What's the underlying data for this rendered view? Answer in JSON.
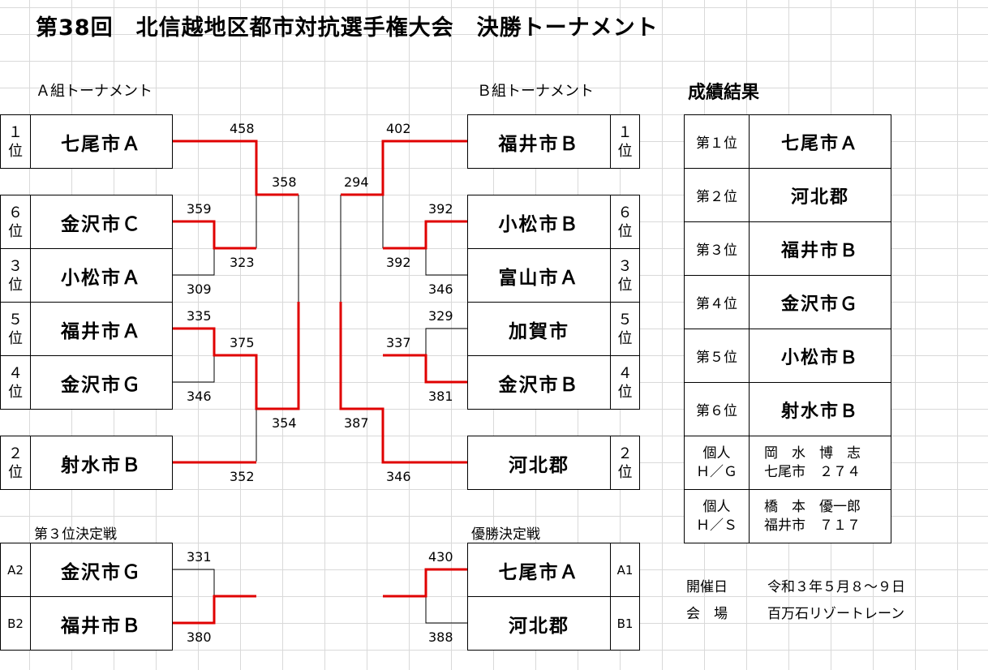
{
  "title": "第38回　北信越地区都市対抗選手権大会　決勝トーナメント",
  "group_a": {
    "label": "Ａ組トーナメント",
    "teams": [
      {
        "name": "七尾市Ａ",
        "rank": "１\n位"
      },
      {
        "name": "金沢市Ｃ",
        "rank": "６\n位"
      },
      {
        "name": "小松市Ａ",
        "rank": "３\n位"
      },
      {
        "name": "福井市Ａ",
        "rank": "５\n位"
      },
      {
        "name": "金沢市Ｇ",
        "rank": "４\n位"
      },
      {
        "name": "射水市Ｂ",
        "rank": "２\n位"
      }
    ]
  },
  "group_b": {
    "label": "Ｂ組トーナメント",
    "teams": [
      {
        "name": "福井市Ｂ",
        "rank": "１\n位"
      },
      {
        "name": "小松市Ｂ",
        "rank": "６\n位"
      },
      {
        "name": "富山市Ａ",
        "rank": "３\n位"
      },
      {
        "name": "加賀市",
        "rank": "５\n位"
      },
      {
        "name": "金沢市Ｂ",
        "rank": "４\n位"
      },
      {
        "name": "河北郡",
        "rank": "２\n位"
      }
    ]
  },
  "scores": {
    "a_458": "458",
    "a_358": "358",
    "a_359": "359",
    "a_323": "323",
    "a_309": "309",
    "a_335": "335",
    "a_375": "375",
    "a_346": "346",
    "a_354": "354",
    "a_352": "352",
    "b_402": "402",
    "b_294": "294",
    "b_392a": "392",
    "b_392b": "392",
    "b_346a": "346",
    "b_329": "329",
    "b_337": "337",
    "b_381": "381",
    "b_387": "387",
    "b_346b": "346",
    "third_331": "331",
    "third_380": "380",
    "final_430": "430",
    "final_388": "388"
  },
  "third_place": {
    "label": "第３位決定戦",
    "teams": [
      {
        "name": "金沢市Ｇ",
        "seed": "A2"
      },
      {
        "name": "福井市Ｂ",
        "seed": "B2"
      }
    ]
  },
  "final": {
    "label": "優勝決定戦",
    "teams": [
      {
        "name": "七尾市Ａ",
        "seed": "A1"
      },
      {
        "name": "河北郡",
        "seed": "B1"
      }
    ]
  },
  "results": {
    "label": "成績結果",
    "rows": [
      {
        "rank": "第１位",
        "name": "七尾市Ａ"
      },
      {
        "rank": "第２位",
        "name": "河北郡"
      },
      {
        "rank": "第３位",
        "name": "福井市Ｂ"
      },
      {
        "rank": "第４位",
        "name": "金沢市Ｇ"
      },
      {
        "rank": "第５位",
        "name": "小松市Ｂ"
      },
      {
        "rank": "第６位",
        "name": "射水市Ｂ"
      }
    ],
    "individual": [
      {
        "category": "個人\nＨ／Ｇ",
        "detail": "岡　水　博　志\n七尾市　２７４"
      },
      {
        "category": "個人\nＨ／Ｓ",
        "detail": "橋　本　優一郎\n福井市　７１７"
      }
    ]
  },
  "info": {
    "date_label": "開催日",
    "date_value": "令和３年５月８～９日",
    "venue_label": "会　場",
    "venue_value": "百万石リゾートレーン"
  },
  "colors": {
    "win_line": "#e00000",
    "line": "#000000",
    "grid": "#d9d9d9"
  }
}
